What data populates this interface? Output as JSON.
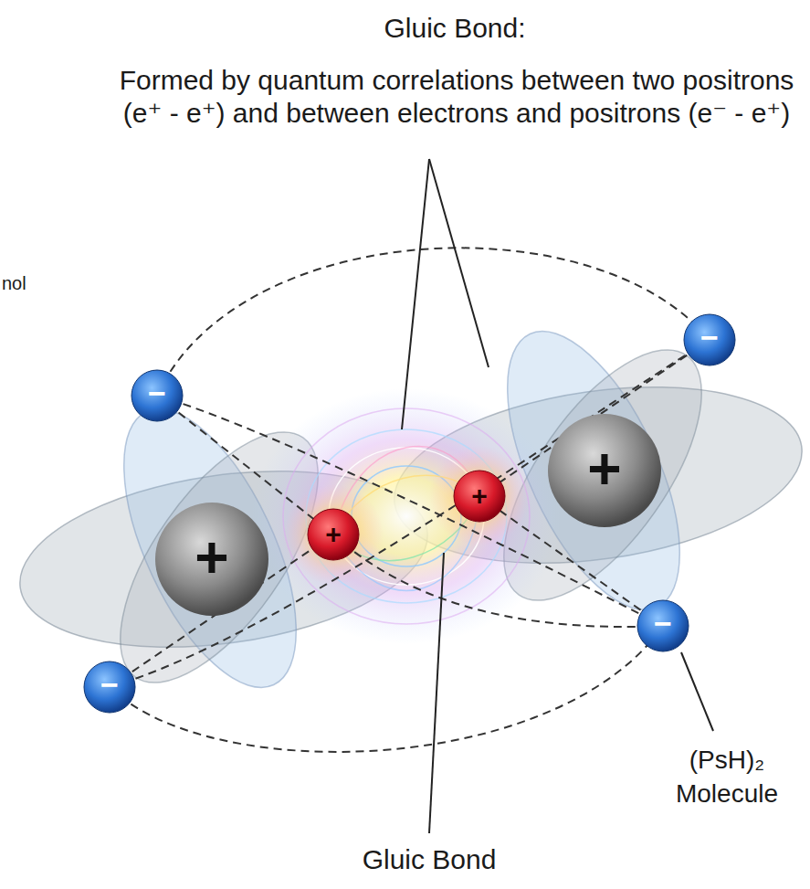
{
  "diagram": {
    "labels": [
      "Gluic Bond:",
      "Formed by quantum correlations between two positrons (e⁺ - e⁺) and between electrons and positrons (e⁻ - e⁺)",
      "nol",
      "Gluic Bond",
      "(PsH)₂ Molecule",
      "+",
      "+",
      "+",
      "+",
      "−",
      "−",
      "−",
      "−"
    ]
  }
}
